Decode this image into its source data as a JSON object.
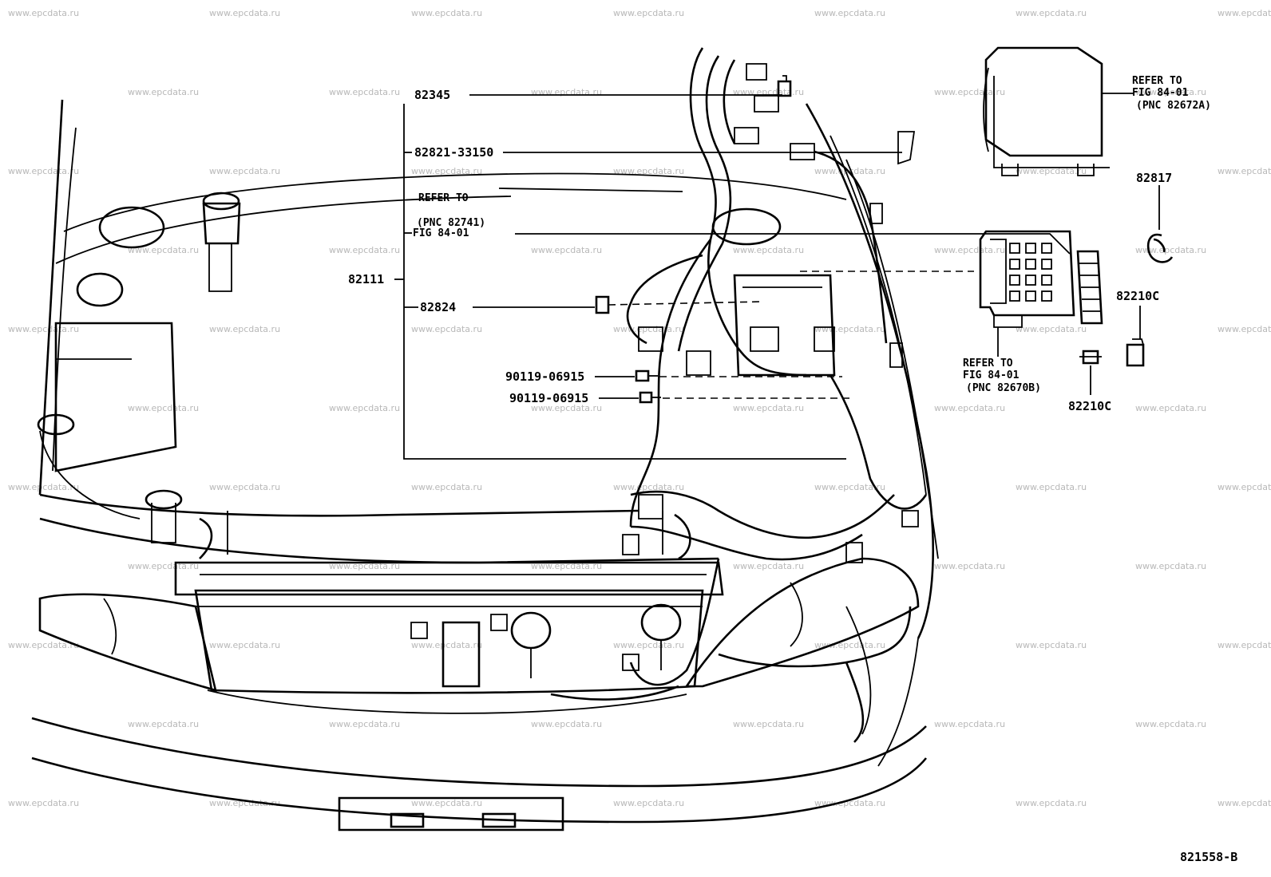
{
  "watermark": "www.epcdata.ru",
  "labels": {
    "p82345": "82345",
    "p82821": "82821-33150",
    "refer_a_l1": "REFER TO",
    "refer_a_l2": "FIG 84-01",
    "refer_a_l3": "(PNC 82741)",
    "p82111": "82111",
    "p82824": "82824",
    "bolt1": "90119-06915",
    "bolt2": "90119-06915",
    "refer_b_l1": "REFER TO",
    "refer_b_l2": "FIG 84-01",
    "refer_b_l3": "(PNC 82672A)",
    "p82817": "82817",
    "p82210c_a": "82210C",
    "refer_c_l1": "REFER TO",
    "refer_c_l2": "FIG 84-01",
    "refer_c_l3": "(PNC 82670B)",
    "p82210c_b": "82210C",
    "figure_id": "821558-B"
  }
}
